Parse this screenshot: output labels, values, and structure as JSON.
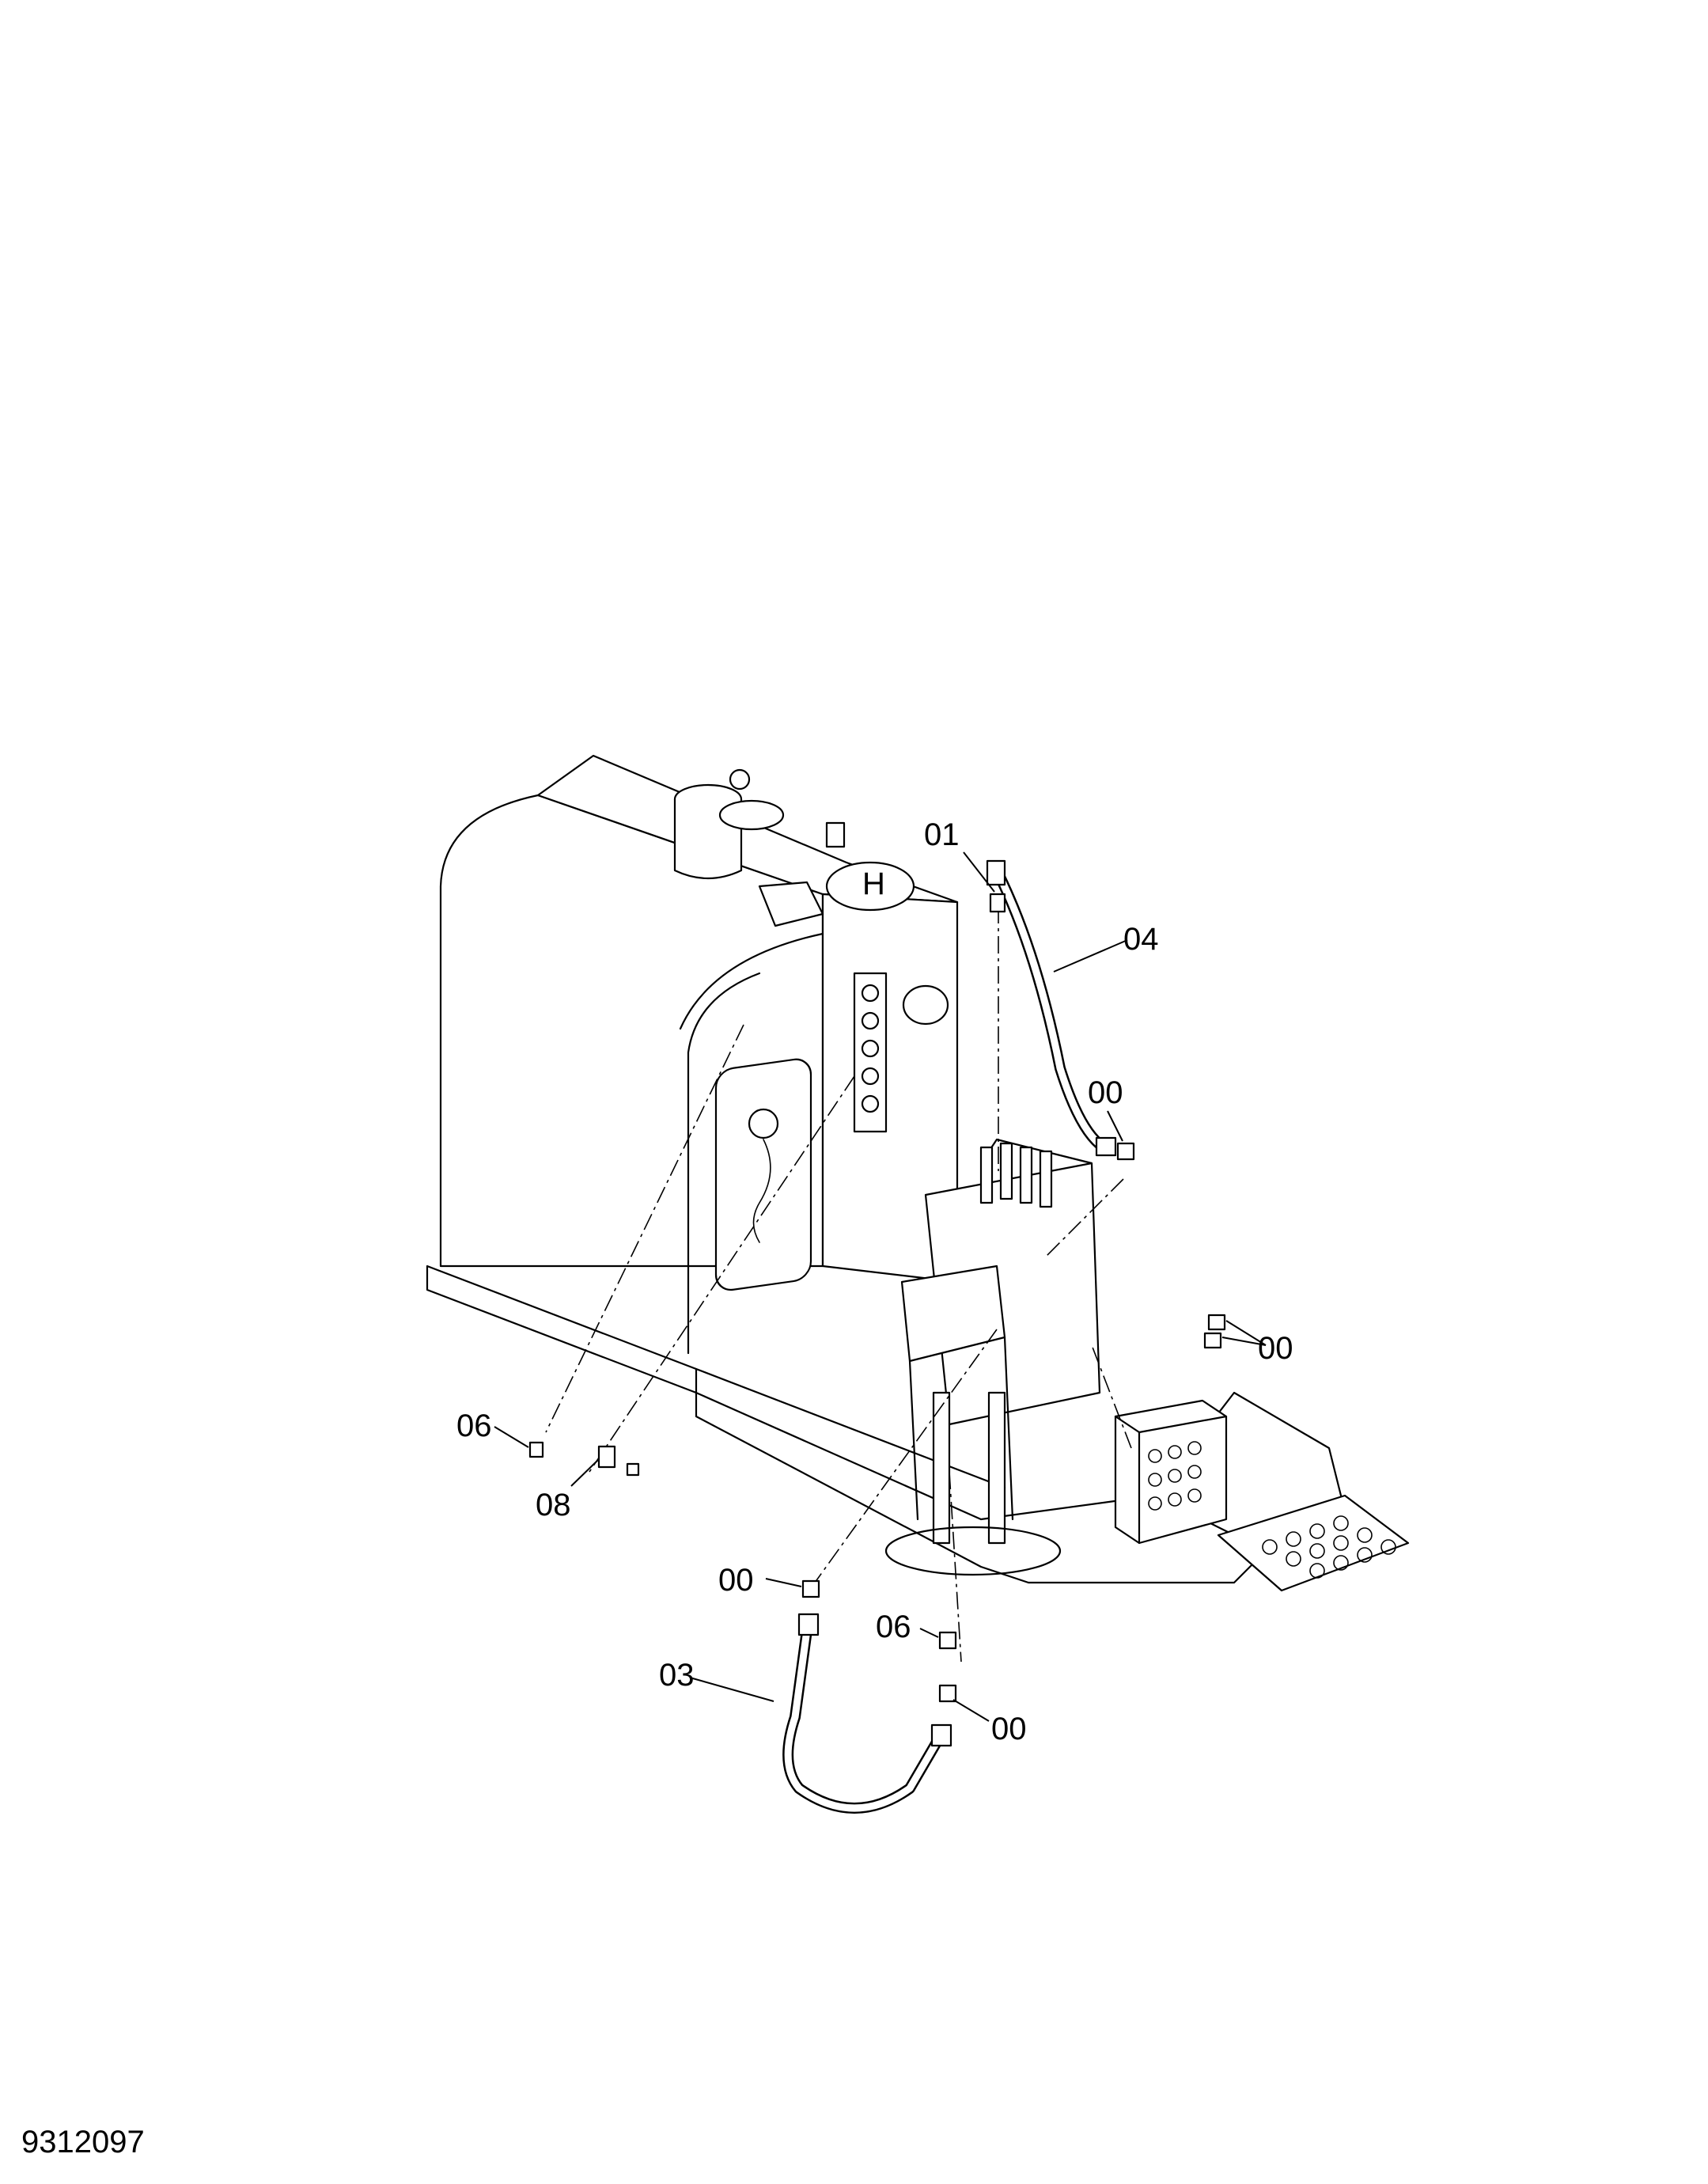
{
  "drawing": {
    "id": "9312097"
  },
  "callouts": {
    "c01": "01",
    "c04": "04",
    "c00_upper": "00",
    "c00_right": "00",
    "c06_left": "06",
    "c08": "08",
    "c00_lower_left": "00",
    "c06_lower": "06",
    "c03": "03",
    "c00_bottom": "00"
  }
}
